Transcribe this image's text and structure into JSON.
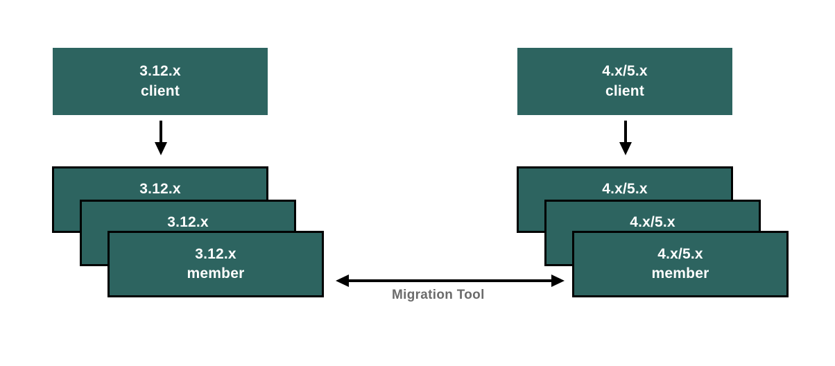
{
  "diagram": {
    "background_color": "#ffffff",
    "node_fill": "#2d6460",
    "node_text_color": "#ffffff",
    "border_color": "#000000",
    "label_color": "#6b6b6b",
    "left": {
      "client": {
        "line1": "3.12.x",
        "line2": "client"
      },
      "members": [
        {
          "line1": "3.12.x",
          "line2": ""
        },
        {
          "line1": "3.12.x",
          "line2": ""
        },
        {
          "line1": "3.12.x",
          "line2": "member"
        }
      ]
    },
    "right": {
      "client": {
        "line1": "4.x/5.x",
        "line2": "client"
      },
      "members": [
        {
          "line1": "4.x/5.x",
          "line2": ""
        },
        {
          "line1": "4.x/5.x",
          "line2": ""
        },
        {
          "line1": "4.x/5.x",
          "line2": "member"
        }
      ]
    },
    "connector": {
      "label": "Migration Tool",
      "direction": "bidirectional"
    }
  }
}
